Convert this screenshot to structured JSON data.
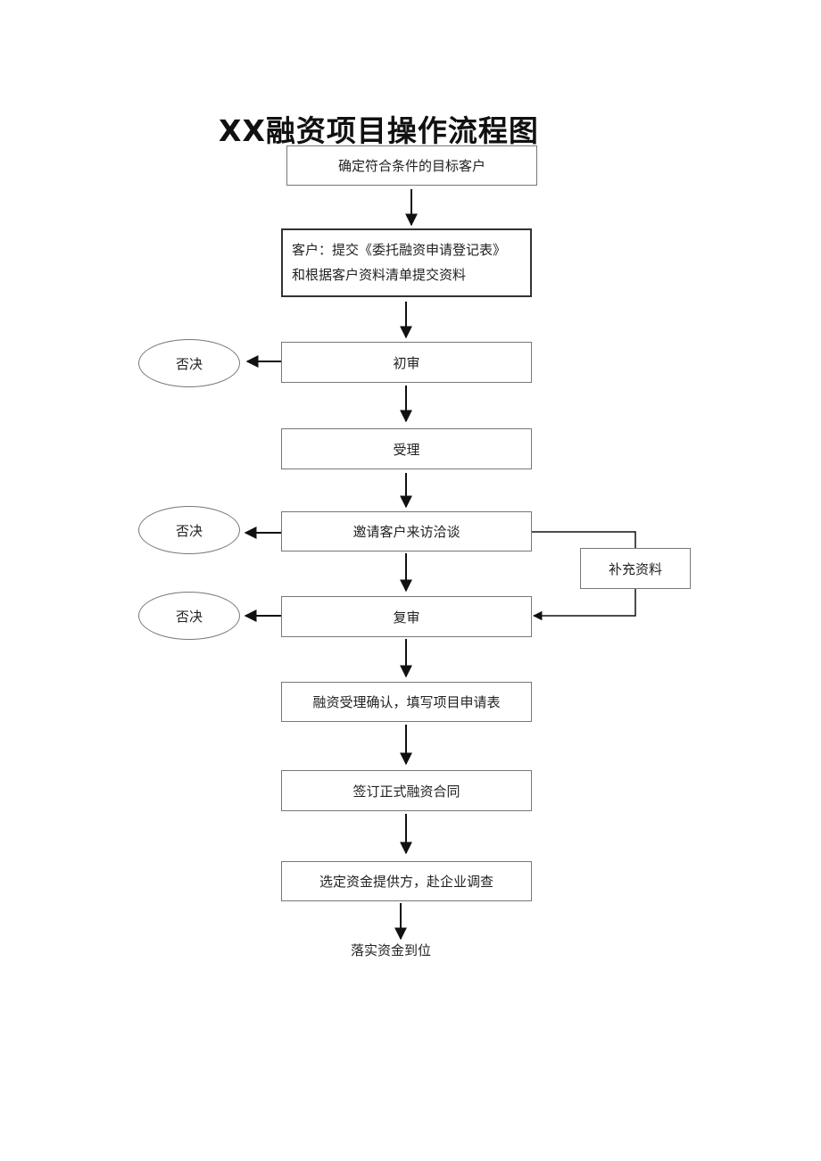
{
  "title": "XX融资项目操作流程图",
  "steps": {
    "s1": "确定符合条件的目标客户",
    "s2_line1": "客户：提交《委托融资申请登记表》",
    "s2_line2": "和根据客户资料清单提交资料",
    "s3": "初审",
    "s4": "受理",
    "s5": "邀请客户来访洽谈",
    "s6": "复审",
    "s7": "融资受理确认，填写项目申请表",
    "s8": "签订正式融资合同",
    "s9": "选定资金提供方，赴企业调查",
    "s10": "落实资金到位"
  },
  "side": {
    "reject": "否决",
    "supplement": "补充资料"
  },
  "colors": {
    "line": "#111111",
    "border": "#777777"
  }
}
